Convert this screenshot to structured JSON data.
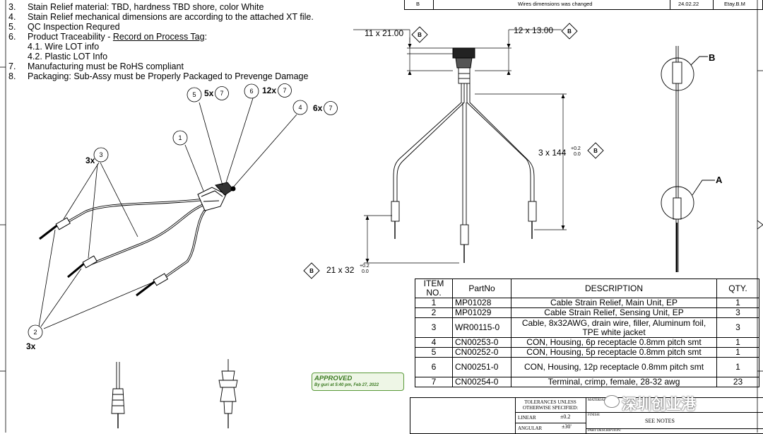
{
  "notes": [
    {
      "num": "3.",
      "text": "Stain Relief material: TBD, hardness TBD shore, color White"
    },
    {
      "num": "4.",
      "text": "Stain Relief mechanical dimensions are according to the attached XT file."
    },
    {
      "num": "5.",
      "text": "QC Inspection Requred"
    },
    {
      "num": "6.",
      "text": "Product Traceability - ",
      "link": "Record on Process Tag",
      "tail": ":"
    },
    {
      "num": "",
      "text": "4.1. Wire LOT info"
    },
    {
      "num": "",
      "text": "4.2. Plastic LOT Info"
    },
    {
      "num": "7.",
      "text": "Manufacturing must be RoHS compliant"
    },
    {
      "num": "8.",
      "text": "Packaging: Sub-Assy must be Properly Packaged to Prevenge Damage"
    }
  ],
  "revision": {
    "rev": "B",
    "description": "Wires dimensions was changed",
    "date": "24.02.22",
    "by": "Etay.B.M"
  },
  "balloons": [
    {
      "id": "1",
      "qty": ""
    },
    {
      "id": "2",
      "qty": "3x"
    },
    {
      "id": "3",
      "qty": "3x"
    },
    {
      "id": "4",
      "qty": "6x",
      "ref": "7"
    },
    {
      "id": "5",
      "qty": "5x",
      "ref": "7"
    },
    {
      "id": "6",
      "qty": "12x",
      "ref": "7"
    }
  ],
  "dimensions": {
    "d1": "11 x 21.00",
    "d2": "12 x 13.00",
    "d3": "3 x 144",
    "d3_tol_plus": "+0.2",
    "d3_tol_minus": "0.0",
    "d4": "21 x 32",
    "d4_tol_plus": "+0.2",
    "d4_tol_minus": "0.0",
    "datum": "B"
  },
  "details": {
    "a": "A",
    "b": "B"
  },
  "bom": {
    "headers": [
      "ITEM NO.",
      "PartNo",
      "DESCRIPTION",
      "QTY."
    ],
    "rows": [
      {
        "item": "1",
        "part": "MP01028",
        "desc": "Cable Strain Relief, Main Unit, EP",
        "qty": "1"
      },
      {
        "item": "2",
        "part": "MP01029",
        "desc": "Cable Strain Relief, Sensing Unit, EP",
        "qty": "3"
      },
      {
        "item": "3",
        "part": "WR00115-0",
        "desc": "Cable, 8x32AWG, drain wire, filler, Aluminum foil, TPE white jacket",
        "qty": "3"
      },
      {
        "item": "4",
        "part": "CN00253-0",
        "desc": "CON, Housing, 6p receptacle 0.8mm pitch smt",
        "qty": "1"
      },
      {
        "item": "5",
        "part": "CN00252-0",
        "desc": "CON, Housing, 5p receptacle 0.8mm pitch smt",
        "qty": "1"
      },
      {
        "item": "6",
        "part": "CN00251-0",
        "desc": "CON, Housing, 12p receptacle 0.8mm pitch smt",
        "qty": "1"
      },
      {
        "item": "7",
        "part": "CN00254-0",
        "desc": "Terminal, crimp, female, 28-32 awg",
        "qty": "23"
      }
    ]
  },
  "titleblock": {
    "tol_title": "TOLERANCES UNLESS OTHERWISE SPECIFIED:",
    "linear_label": "LINEAR",
    "linear_value": "±0.2",
    "angular_label": "ANGULAR",
    "angular_value": "±30'",
    "material_label": "MATERIAL:",
    "finish_label": "FINISH:",
    "finish_value": "SEE NOTES",
    "part_desc_label": "PART DESCRIPTION:"
  },
  "approval": {
    "status": "APPROVED",
    "by": "By guri at 5:40 pm, Feb 27, 2022"
  },
  "watermark": "深圳创业港",
  "colors": {
    "line": "#000000",
    "approved": "#3a7a20",
    "wire": "#777777"
  }
}
